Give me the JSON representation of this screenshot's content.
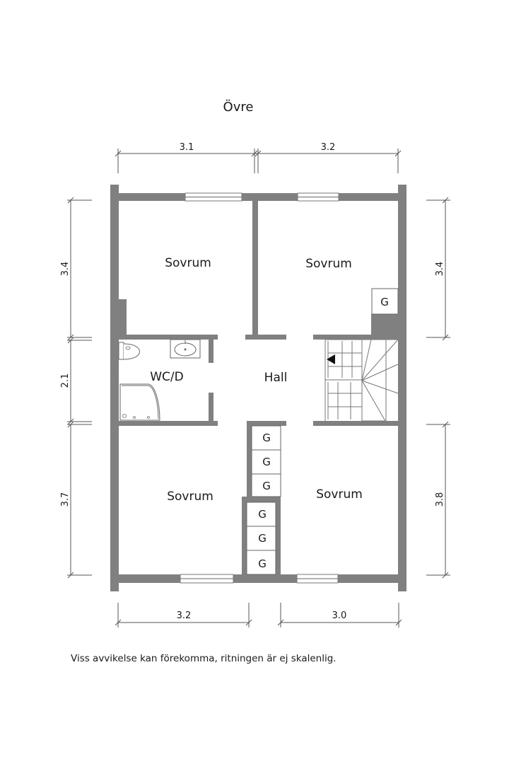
{
  "floor_title": "Övre",
  "rooms": {
    "bedroom_top_left": "Sovrum",
    "bedroom_top_right": "Sovrum",
    "bedroom_bottom_left": "Sovrum",
    "bedroom_bottom_right": "Sovrum",
    "wc": "WC/D",
    "hall": "Hall"
  },
  "wardrobe_label": "G",
  "dimensions": {
    "top_left": "3.1",
    "top_right": "3.2",
    "bottom_left": "3.2",
    "bottom_right": "3.0",
    "left_top": "3.4",
    "left_middle": "2.1",
    "left_bottom": "3.7",
    "right_top": "3.4",
    "right_bottom": "3.8"
  },
  "disclaimer": "Viss avvikelse kan förekomma, ritningen är ej skalenlig.",
  "colors": {
    "wall": "#808080",
    "line": "#555555",
    "text": "#1a1a1a"
  }
}
